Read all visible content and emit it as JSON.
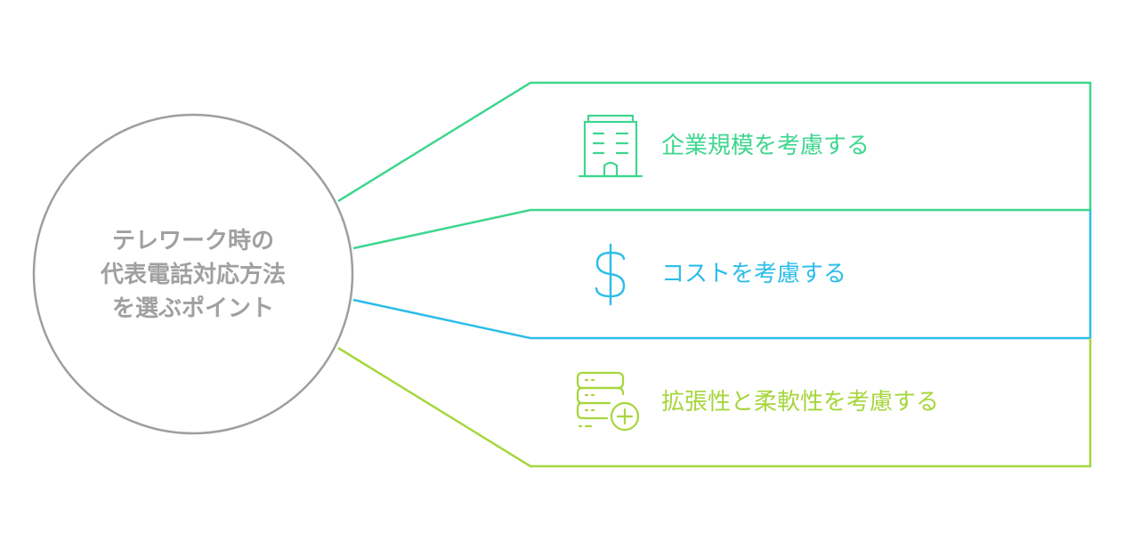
{
  "hub": {
    "lines": [
      "テレワーク時の",
      "代表電話対応方法",
      "を選ぶポイント"
    ],
    "color": "#9e9e9e"
  },
  "branches": [
    {
      "label": "企業規模を考慮する",
      "icon": "office-building-icon",
      "color": "#3fd68f"
    },
    {
      "label": "コストを考慮する",
      "icon": "dollar-sign-icon",
      "color": "#2cbde8"
    },
    {
      "label": "拡張性と柔軟性を考慮する",
      "icon": "server-add-icon",
      "color": "#a6d63c"
    }
  ]
}
